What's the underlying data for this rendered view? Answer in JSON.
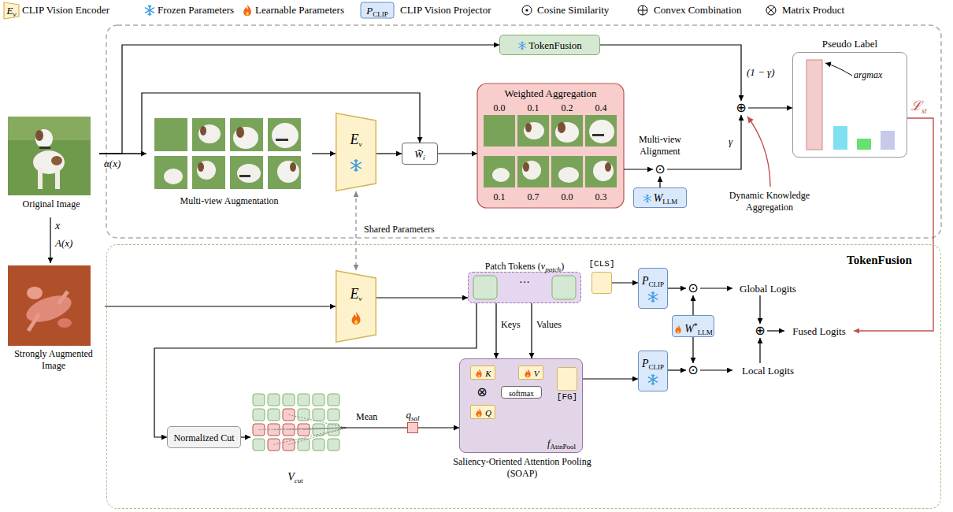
{
  "diagram": {
    "nodes": [
      {
        "text": [
          "Original Image"
        ]
      },
      {
        "text": [
          "Strongly Augmented Image"
        ]
      },
      {
        "text": [
          "Multi-view Augmentation"
        ]
      },
      {
        "text": [
          "E",
          "v"
        ]
      },
      {
        "text": [
          "w̃",
          "i"
        ]
      },
      {
        "text": [
          "Weighted Aggregation",
          "0.0",
          "0.1",
          "0.2",
          "0.4",
          "0.1",
          "0.7",
          "0.0",
          "0.3"
        ]
      },
      {
        "text": [
          "⊙"
        ]
      },
      {
        "text": [
          "W",
          "LLM"
        ]
      },
      {
        "text": [
          "TokenFusion"
        ]
      },
      {
        "text": [
          "⊕"
        ]
      },
      {
        "text": [
          "Pseudo Label",
          "argmax"
        ]
      },
      {
        "text": [
          "TokenFusion"
        ]
      },
      {
        "text": [
          "E",
          "v"
        ],
        "in": 11
      },
      {
        "text": [
          "Patch Tokens (",
          "v",
          "patch",
          ")",
          "···"
        ],
        "in": 11
      },
      {
        "text": [
          "[CLS]"
        ],
        "in": 11
      },
      {
        "text": [
          "P",
          "CLIP"
        ],
        "in": 11
      },
      {
        "text": [
          "⊙"
        ],
        "in": 11
      },
      {
        "text": [
          "W",
          "*",
          "LLM"
        ],
        "in": 11
      },
      {
        "text": [
          "Global Logits"
        ],
        "in": 11
      },
      {
        "text": [
          "⊕"
        ],
        "in": 11
      },
      {
        "text": [
          "Fused Logits"
        ],
        "in": 11
      },
      {
        "text": [
          "Normalized Cut"
        ],
        "in": 11
      },
      {
        "text": [
          "V",
          "cut"
        ],
        "in": 11
      },
      {
        "text": [
          "q",
          "sal"
        ],
        "in": 11
      },
      {
        "text": [
          "Saliency-Oriented Attention Pooling (SOAP)",
          "f",
          "AttnPool"
        ],
        "in": 11
      },
      {
        "text": [
          "K"
        ],
        "in": 24
      },
      {
        "text": [
          "V"
        ],
        "in": 24
      },
      {
        "text": [
          "Q"
        ],
        "in": 24
      },
      {
        "text": [
          "⊗"
        ],
        "in": 24
      },
      {
        "text": [
          "softmax"
        ],
        "in": 24
      },
      {
        "text": [
          "[FG]"
        ],
        "in": 24
      },
      {
        "text": [
          "P",
          "CLIP"
        ],
        "in": 11
      },
      {
        "text": [
          "⊙"
        ],
        "in": 11
      },
      {
        "text": [
          "Local Logits"
        ],
        "in": 11
      }
    ],
    "edges": [
      {
        "from": 0,
        "to": 2,
        "arrow": "to"
      },
      {
        "from": 0,
        "to": 4,
        "arrow": "to"
      },
      {
        "from": 0,
        "to": 8,
        "arrow": "to"
      },
      {
        "from": 0,
        "to": 1,
        "arrow": "to"
      },
      {
        "from": 2,
        "to": 3,
        "arrow": "to"
      },
      {
        "from": 3,
        "to": 4,
        "arrow": "to"
      },
      {
        "from": 4,
        "to": 5,
        "arrow": "to"
      },
      {
        "from": 5,
        "to": 6,
        "arrow": "to"
      },
      {
        "from": 7,
        "to": 6,
        "arrow": "to"
      },
      {
        "from": 6,
        "to": 9,
        "arrow": "to"
      },
      {
        "from": 8,
        "to": 9,
        "arrow": "to"
      },
      {
        "from": 9,
        "to": 10,
        "arrow": "to"
      },
      {
        "from": 10,
        "to": 20,
        "arrow": "to"
      },
      {
        "from": 3,
        "to": 12,
        "arrow": "both"
      },
      {
        "from": 1,
        "to": 12,
        "arrow": "to"
      },
      {
        "from": 12,
        "to": 13,
        "arrow": "to"
      },
      {
        "from": 14,
        "to": 15,
        "arrow": "to"
      },
      {
        "from": 15,
        "to": 16,
        "arrow": "to"
      },
      {
        "from": 17,
        "to": 16,
        "arrow": "to"
      },
      {
        "from": 17,
        "to": 32,
        "arrow": "to"
      },
      {
        "from": 16,
        "to": 18,
        "arrow": "to"
      },
      {
        "from": 18,
        "to": 19,
        "arrow": "to"
      },
      {
        "from": 33,
        "to": 19,
        "arrow": "to"
      },
      {
        "from": 19,
        "to": 20,
        "arrow": "to"
      },
      {
        "from": 13,
        "to": 24,
        "arrow": "to"
      },
      {
        "from": 13,
        "to": 24,
        "arrow": "to"
      },
      {
        "from": 13,
        "to": 21,
        "arrow": "to"
      },
      {
        "from": 21,
        "to": 22,
        "arrow": "to"
      },
      {
        "from": 22,
        "to": 23,
        "arrow": "none"
      },
      {
        "from": 23,
        "to": 24,
        "arrow": "to"
      },
      {
        "from": 25,
        "to": 28,
        "arrow": "to"
      },
      {
        "from": 27,
        "to": 28,
        "arrow": "to"
      },
      {
        "from": 28,
        "to": 29,
        "arrow": "to"
      },
      {
        "from": 26,
        "to": 30,
        "arrow": "to"
      },
      {
        "from": 29,
        "to": 30,
        "arrow": "to"
      },
      {
        "from": 30,
        "to": 31,
        "arrow": "to"
      },
      {
        "from": 31,
        "to": 32,
        "arrow": "to"
      },
      {
        "from": 32,
        "to": 33,
        "arrow": "to"
      }
    ],
    "labels": [
      "E",
      "v",
      "P",
      "CLIP",
      "x",
      "α(x)",
      "A(x)",
      "Shared Parameters",
      "Multi-view Alignment",
      "(1 − γ)",
      "γ",
      "Dynamic Knowledge Aggregation",
      "ℒ",
      "st",
      "Keys",
      "Values",
      "Mean"
    ],
    "legend": [
      {
        "text": "CLIP Vision Encoder"
      },
      {
        "text": "Frozen Parameters"
      },
      {
        "text": "Learnable Parameters"
      },
      {
        "text": "CLIP Vision Projector"
      },
      {
        "text": "Cosine Similarity"
      },
      {
        "text": "Convex Combination"
      },
      {
        "text": "Matrix Product"
      }
    ]
  }
}
